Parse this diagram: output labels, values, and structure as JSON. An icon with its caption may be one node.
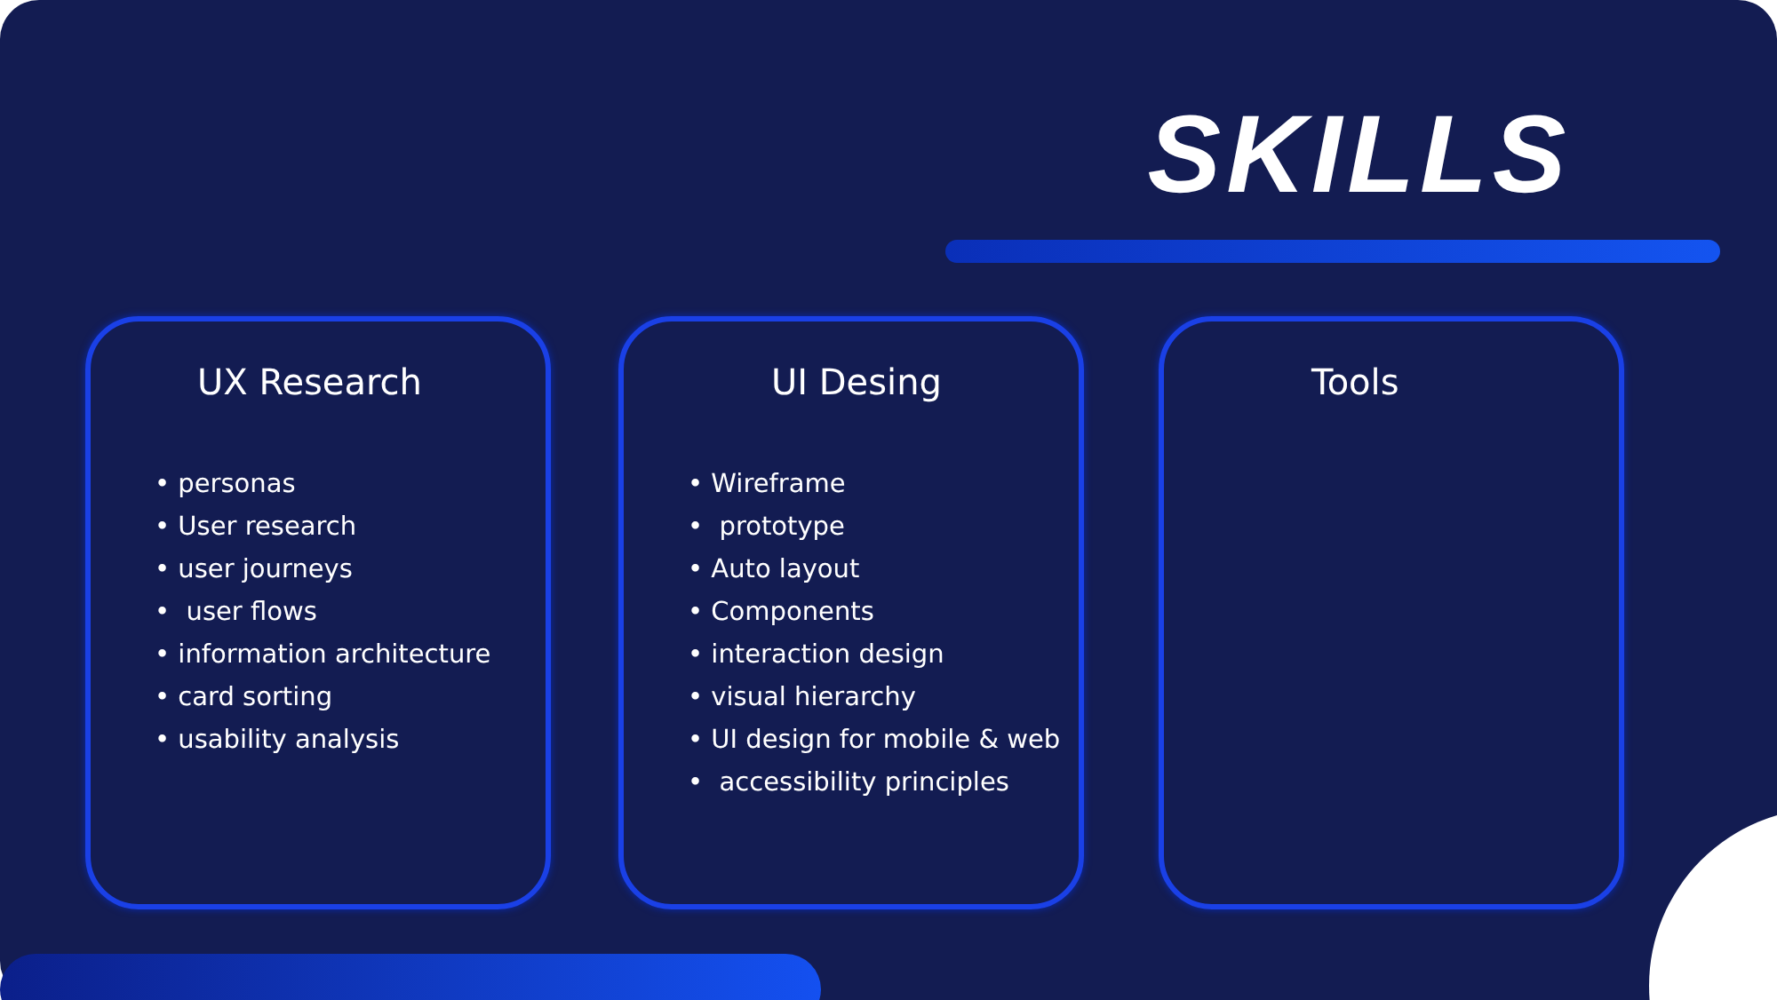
{
  "diagram": {
    "title": "SKILLS",
    "nodes": [
      {
        "text": [
          "UX Research",
          "• personas",
          "• User research",
          "• user journeys",
          "•  user flows",
          "• information architecture",
          "• card sorting",
          "• usability analysis"
        ]
      },
      {
        "text": [
          "UI Desing",
          "• Wireframe",
          "•  prototype",
          "• Auto layout",
          "• Components",
          "• interaction design",
          "• visual hierarchy",
          "• UI design for mobile & web",
          "•  accessibility principles"
        ]
      },
      {
        "text": [
          "Tools"
        ]
      }
    ]
  }
}
